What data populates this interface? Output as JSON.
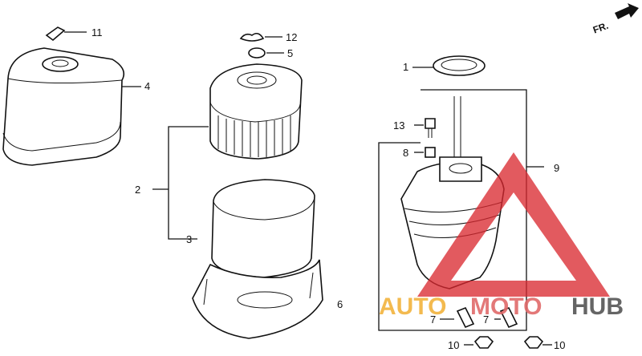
{
  "callouts": {
    "c1": "1",
    "c2": "2",
    "c3": "3",
    "c4": "4",
    "c5": "5",
    "c6": "6",
    "c7a": "7",
    "c7b": "7",
    "c8": "8",
    "c9": "9",
    "c10a": "10",
    "c10b": "10",
    "c11": "11",
    "c12": "12",
    "c13": "13"
  },
  "direction": {
    "label": "FR."
  },
  "watermark": {
    "part1": "AUTO",
    "part2": "MOTO",
    "part3": "HUB",
    "colors": {
      "auto": "#f2b33d",
      "moto": "#e06a6a",
      "hub": "#555555",
      "triangle": "#d9282f"
    }
  }
}
